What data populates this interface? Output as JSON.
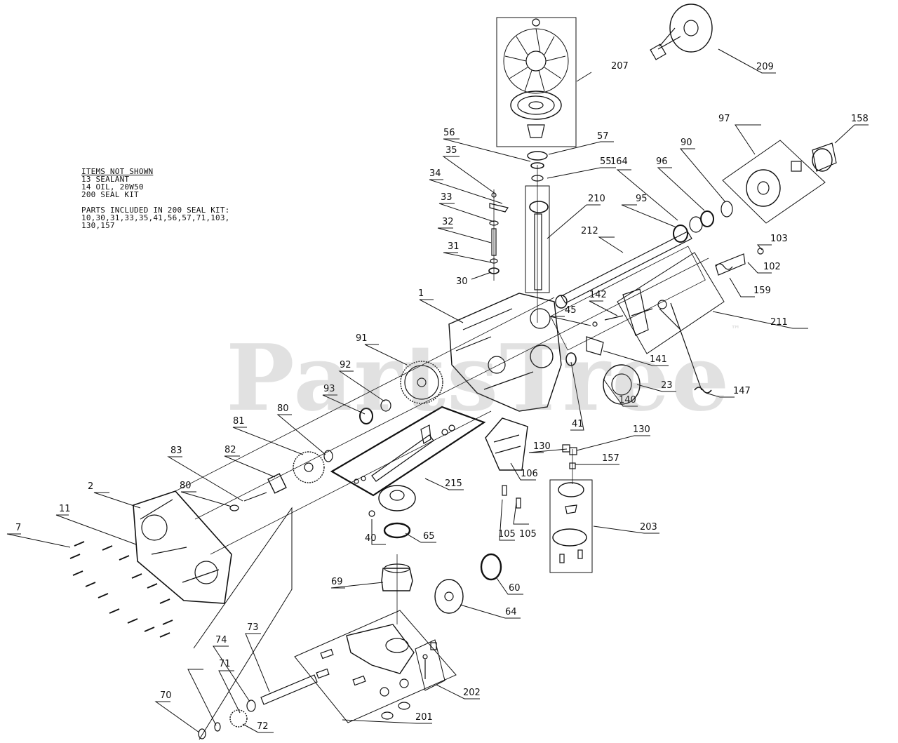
{
  "notes": {
    "items_not_shown_title": "ITEMS NOT SHOWN",
    "items_not_shown": [
      "13 SEALANT",
      "14 OIL, 20W50",
      "200 SEAL KIT"
    ],
    "seal_kit_title": "PARTS INCLUDED IN 200 SEAL KIT:",
    "seal_kit_lines": [
      "10,30,31,33,35,41,56,57,71,103,",
      "130,157"
    ]
  },
  "watermark": {
    "text": "PartsTree",
    "mark": "™"
  },
  "callouts": [
    "1",
    "2",
    "7",
    "11",
    "23",
    "30",
    "31",
    "32",
    "33",
    "34",
    "35",
    "40",
    "41",
    "45",
    "55",
    "56",
    "57",
    "60",
    "64",
    "65",
    "69",
    "70",
    "71",
    "72",
    "73",
    "74",
    "80",
    "80",
    "81",
    "82",
    "83",
    "90",
    "91",
    "92",
    "93",
    "95",
    "96",
    "97",
    "102",
    "103",
    "105",
    "105",
    "106",
    "130",
    "130",
    "140",
    "141",
    "142",
    "147",
    "157",
    "158",
    "159",
    "164",
    "201",
    "202",
    "203",
    "207",
    "209",
    "210",
    "211",
    "212",
    "215"
  ]
}
